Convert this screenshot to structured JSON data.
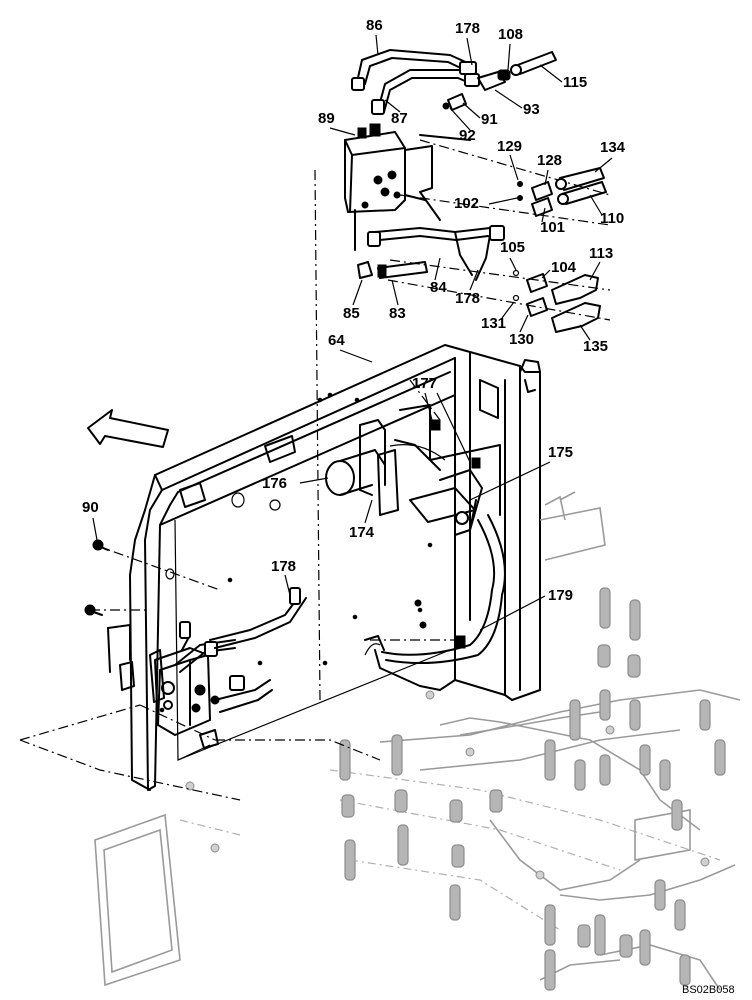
{
  "diagram": {
    "reference_code": "BS02B058",
    "callouts": [
      {
        "id": "c-86",
        "label": "86"
      },
      {
        "id": "c-178a",
        "label": "178"
      },
      {
        "id": "c-108",
        "label": "108"
      },
      {
        "id": "c-115",
        "label": "115"
      },
      {
        "id": "c-93",
        "label": "93"
      },
      {
        "id": "c-87",
        "label": "87"
      },
      {
        "id": "c-89",
        "label": "89"
      },
      {
        "id": "c-91",
        "label": "91"
      },
      {
        "id": "c-92",
        "label": "92"
      },
      {
        "id": "c-129",
        "label": "129"
      },
      {
        "id": "c-128",
        "label": "128"
      },
      {
        "id": "c-134",
        "label": "134"
      },
      {
        "id": "c-102",
        "label": "102"
      },
      {
        "id": "c-101",
        "label": "101"
      },
      {
        "id": "c-110",
        "label": "110"
      },
      {
        "id": "c-105",
        "label": "105"
      },
      {
        "id": "c-113",
        "label": "113"
      },
      {
        "id": "c-104",
        "label": "104"
      },
      {
        "id": "c-85",
        "label": "85"
      },
      {
        "id": "c-83",
        "label": "83"
      },
      {
        "id": "c-84",
        "label": "84"
      },
      {
        "id": "c-178b",
        "label": "178"
      },
      {
        "id": "c-131",
        "label": "131"
      },
      {
        "id": "c-130",
        "label": "130"
      },
      {
        "id": "c-135",
        "label": "135"
      },
      {
        "id": "c-64",
        "label": "64"
      },
      {
        "id": "c-177",
        "label": "177"
      },
      {
        "id": "c-175",
        "label": "175"
      },
      {
        "id": "c-176",
        "label": "176"
      },
      {
        "id": "c-174",
        "label": "174"
      },
      {
        "id": "c-90",
        "label": "90"
      },
      {
        "id": "c-178c",
        "label": "178"
      },
      {
        "id": "c-179",
        "label": "179"
      }
    ]
  }
}
